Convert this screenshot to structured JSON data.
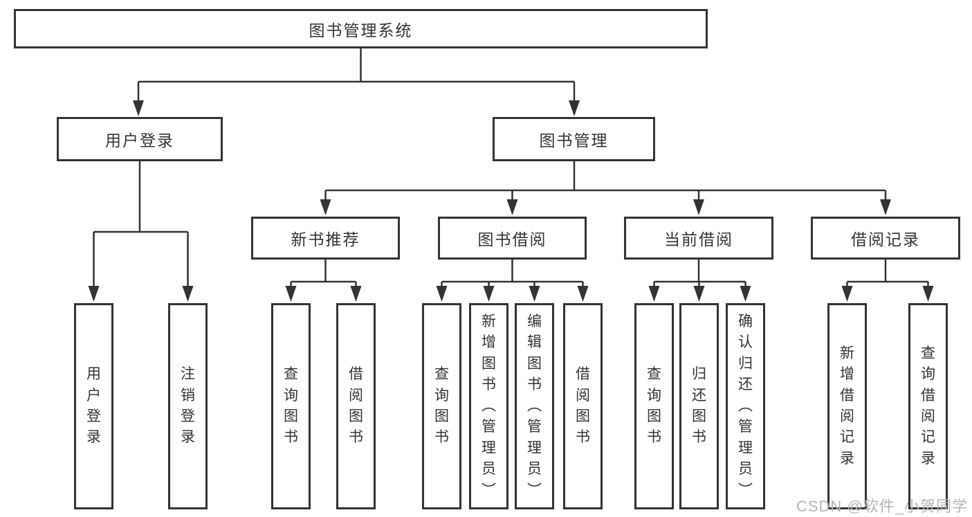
{
  "colors": {
    "line": "#333333",
    "text": "#333333",
    "box_bg": "#ffffff",
    "watermark": "#b5b5b5"
  },
  "watermark": "CSDN @软件_小贺同学",
  "tree": {
    "root": "图书管理系统",
    "branches": [
      {
        "label": "用户登录",
        "children": [
          "用户登录",
          "注销登录"
        ]
      },
      {
        "label": "图书管理",
        "children": [
          {
            "label": "新书推荐",
            "children": [
              "查询图书",
              "借阅图书"
            ]
          },
          {
            "label": "图书借阅",
            "children": [
              "查询图书",
              "新增图书（管理员）",
              "编辑图书（管理员）",
              "借阅图书"
            ]
          },
          {
            "label": "当前借阅",
            "children": [
              "查询图书",
              "归还图书",
              "确认归还（管理员）"
            ]
          },
          {
            "label": "借阅记录",
            "children": [
              "新增借阅记录",
              "查询借阅记录"
            ]
          }
        ]
      }
    ]
  }
}
